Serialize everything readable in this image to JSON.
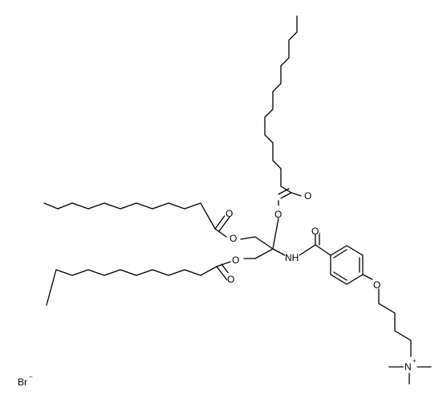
{
  "atom_labels": {
    "o_ester_top_carbonyl": "O",
    "o_ester_top_link": "O",
    "o_ester_left_carbonyl": "O",
    "o_ester_left_link": "O",
    "o_ester_low_link": "O",
    "o_ester_low_carbonyl": "O",
    "o_amide_carbonyl": "O",
    "nh_amide": "NH",
    "o_ether": "O",
    "n_ammonium": "N",
    "n_charge": "+",
    "bromide": "Br",
    "bromide_charge": "−"
  }
}
